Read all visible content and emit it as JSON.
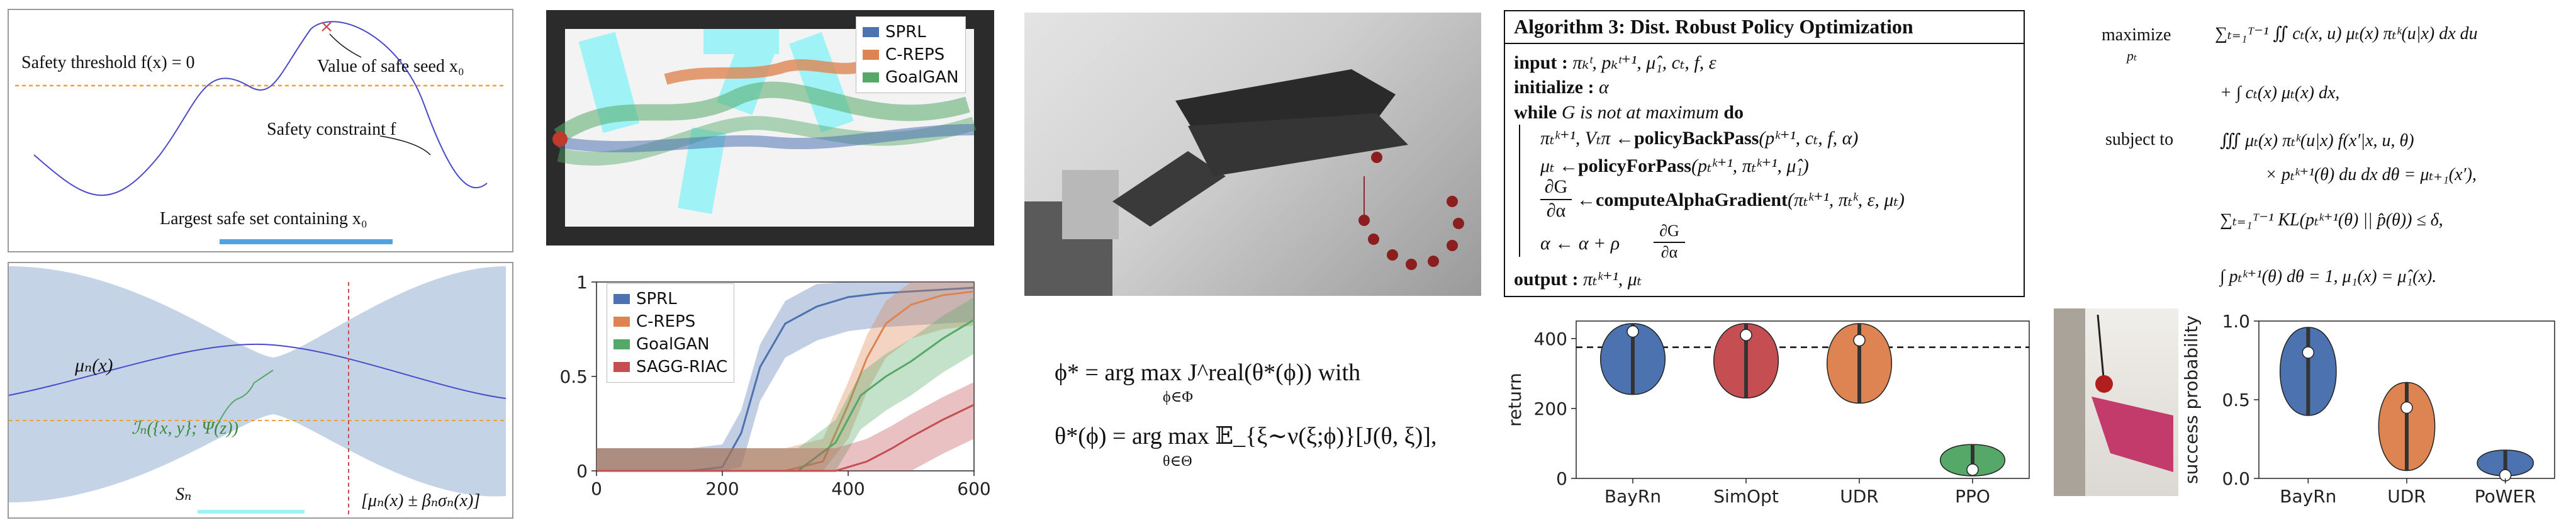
{
  "safety_plot": {
    "threshold_label": "Safety threshold f(x) = 0",
    "seed_label": "Value of safe seed x₀",
    "constraint_label": "Safety constraint f",
    "safe_set_label": "Largest safe set containing x₀"
  },
  "gp_plot": {
    "mean_label": "μₙ(x)",
    "info_label": "ℐₙ({x, y}; Ψ(z))",
    "set_label": "Sₙ",
    "band_label": "[μₙ(x) ± βₙσₙ(x)]"
  },
  "maze_legend": [
    "SPRL",
    "C-REPS",
    "GoalGAN"
  ],
  "colors": {
    "sprl": "#4c72b0",
    "creps": "#dd8452",
    "goalgan": "#55a868",
    "saggriac": "#c44e52",
    "gp_band": "#c5d3e6",
    "threshold": "#e8a33a",
    "cyan": "#9ff3f6",
    "bayrn": "#4c72b0",
    "simopt": "#c44e52",
    "udr": "#dd8452",
    "ppo": "#55a868"
  },
  "curve_chart": {
    "chart_data": {
      "type": "line",
      "x": [
        0,
        200,
        400,
        600
      ],
      "xlim": [
        0,
        600
      ],
      "ylim": [
        0,
        1
      ],
      "x_ticks": [
        "0",
        "200",
        "400",
        "600"
      ],
      "y_ticks": [
        "0",
        "0.5",
        "1"
      ],
      "series": [
        {
          "name": "SPRL",
          "x": [
            0,
            150,
            200,
            230,
            260,
            300,
            350,
            400,
            450,
            500,
            550,
            600
          ],
          "values": [
            0,
            0,
            0.02,
            0.2,
            0.55,
            0.78,
            0.87,
            0.92,
            0.94,
            0.95,
            0.96,
            0.97
          ]
        },
        {
          "name": "C-REPS",
          "x": [
            0,
            300,
            360,
            400,
            430,
            460,
            500,
            550,
            600
          ],
          "values": [
            0,
            0,
            0.05,
            0.35,
            0.6,
            0.78,
            0.88,
            0.93,
            0.95
          ]
        },
        {
          "name": "GoalGAN",
          "x": [
            0,
            320,
            380,
            420,
            460,
            500,
            550,
            600
          ],
          "values": [
            0,
            0,
            0.15,
            0.4,
            0.5,
            0.58,
            0.7,
            0.8
          ]
        },
        {
          "name": "SAGG-RIAC",
          "x": [
            0,
            380,
            430,
            470,
            500,
            550,
            600
          ],
          "values": [
            0,
            0,
            0.05,
            0.12,
            0.18,
            0.27,
            0.35
          ]
        }
      ]
    }
  },
  "equation": {
    "line1": "ϕ* = arg max J^real(θ*(ϕ))   with",
    "line1_sub": "ϕ∈Φ",
    "line2": "θ*(ϕ) = arg max 𝔼_{ξ∼ν(ξ;ϕ)}[J(θ, ξ)],",
    "line2_sub": "θ∈Θ"
  },
  "algorithm": {
    "title": "Algorithm 3: Dist. Robust Policy Optimization",
    "input_kw": "input :",
    "input_val": "πₖᵗ, pₖᵗ⁺¹, μ̂₁, cₜ, f, ε",
    "init_kw": "initialize :",
    "init_val": "α",
    "while_kw": "while",
    "while_cond": "G is not at maximum",
    "do_kw": "do",
    "s1_lhs": "πₜᵏ⁺¹, Vₜπ ←",
    "s1_fn": "policyBackPass",
    "s1_args": "(pᵏ⁺¹, cₜ, f, α)",
    "s2_lhs": "μₜ ←",
    "s2_fn": "policyForPass",
    "s2_args": "(pₜᵏ⁺¹, πₜᵏ⁺¹, μ̂₁)",
    "s3_frac_num": "∂G",
    "s3_frac_den": "∂α",
    "s3_arrow": "←",
    "s3_fn": "computeAlphaGradient",
    "s3_args": "(πₜᵏ⁺¹, πₜᵏ, ε, μₜ)",
    "s4_lhs": "α ← α + ρ",
    "output_kw": "output :",
    "output_val": "πₜᵏ⁺¹, μₜ"
  },
  "return_chart": {
    "chart_data": {
      "type": "violin",
      "ylabel": "return",
      "categories": [
        "BayRn",
        "SimOpt",
        "UDR",
        "PPO"
      ],
      "medians": [
        420,
        410,
        395,
        25
      ],
      "ylim": [
        0,
        450
      ],
      "y_ticks": [
        "0",
        "200",
        "400"
      ],
      "threshold": 375
    }
  },
  "success_chart": {
    "chart_data": {
      "type": "violin",
      "ylabel": "success probability",
      "categories": [
        "BayRn",
        "UDR",
        "PoWER"
      ],
      "medians": [
        0.8,
        0.45,
        0.02
      ],
      "ylim": [
        0,
        1
      ],
      "y_ticks": [
        "0.0",
        "0.5",
        "1.0"
      ]
    }
  },
  "optimization": {
    "maximize": "maximize",
    "maximize_sub": "pₜ",
    "subject_to": "subject to",
    "r1": "∑ₜ₌₁ᵀ⁻¹ ∬ cₜ(x, u) μₜ(x) πₜᵏ(u|x) dx du",
    "r2": "+ ∫ cₜ(x) μₜ(x) dx,",
    "r3": "∭ μₜ(x) πₜᵏ(u|x) f(x′|x, u, θ)",
    "r4": "× pₜᵏ⁺¹(θ) du dx dθ = μₜ₊₁(x′),",
    "r5": "∑ₜ₌₁ᵀ⁻¹ KL(pₜᵏ⁺¹(θ) || p̂(θ)) ≤ δ,",
    "r6": "∫ pₜᵏ⁺¹(θ) dθ = 1,    μ₁(x) = μ̂₁(x)."
  }
}
